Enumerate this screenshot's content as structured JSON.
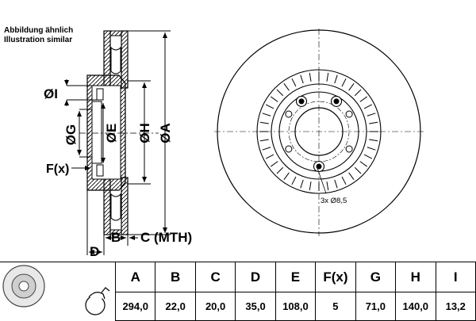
{
  "note": {
    "line1": "Abbildung ähnlich",
    "line2": "Illustration similar"
  },
  "dimension_labels": {
    "I": "ØI",
    "G": "ØG",
    "E": "ØE",
    "H": "ØH",
    "A": "ØA",
    "F": "F(x)",
    "B": "B",
    "C": "C (MTH)",
    "D": "D",
    "bolt_holes": "3x Ø8,5"
  },
  "table": {
    "headers": [
      "A",
      "B",
      "C",
      "D",
      "E",
      "F(x)",
      "G",
      "H",
      "I"
    ],
    "values": [
      "294,0",
      "22,0",
      "20,0",
      "35,0",
      "108,0",
      "5",
      "71,0",
      "140,0",
      "13,2"
    ]
  },
  "icons": [
    "brake-disc-thumbnail-icon",
    "caliper-disc-icon"
  ]
}
